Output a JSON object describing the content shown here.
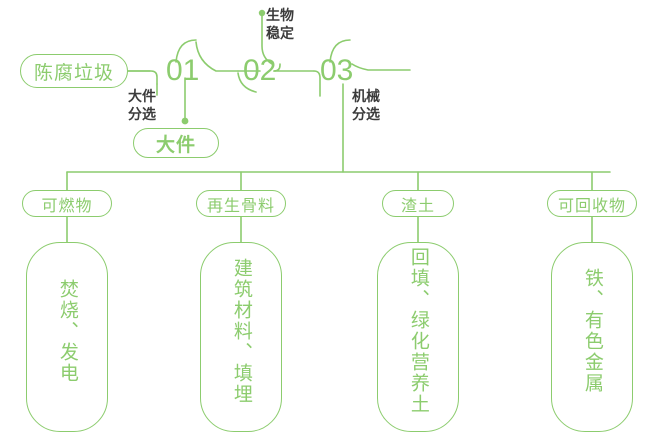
{
  "theme": {
    "line_color": "#8ccc6e",
    "accent_green": "#8ccc6e",
    "label_dark": "#3b3b3b",
    "background": "#ffffff"
  },
  "diagram": {
    "type": "process-flow",
    "title": "",
    "root": {
      "label": "陈腐垃圾"
    },
    "steps": [
      {
        "number": "01",
        "label": "大件分选",
        "label_lines": [
          "大件",
          "分选"
        ],
        "output": "大件"
      },
      {
        "number": "02",
        "label": "生物稳定",
        "label_lines": [
          "生物",
          "稳定"
        ],
        "output": ""
      },
      {
        "number": "03",
        "label": "机械分选",
        "label_lines": [
          "机械",
          "分选"
        ],
        "output": ""
      }
    ],
    "branch_output": {
      "label": "大件"
    },
    "categories": [
      {
        "label": "可燃物",
        "use": "焚烧、发电"
      },
      {
        "label": "再生骨料",
        "use": "建筑材料、填埋"
      },
      {
        "label": "渣土",
        "use": "回填、绿化营养土"
      },
      {
        "label": "可回收物",
        "use": "铁、有色金属"
      }
    ]
  }
}
